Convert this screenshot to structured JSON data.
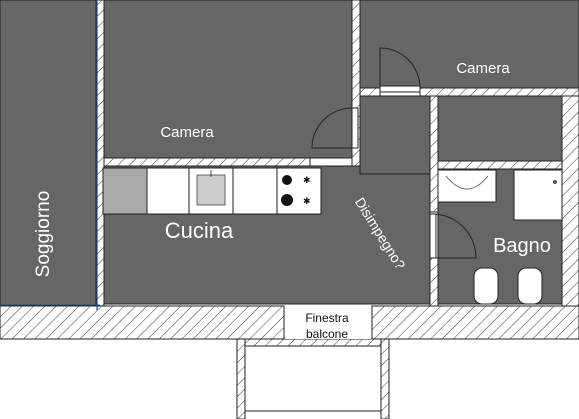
{
  "rooms": {
    "soggiorno": "Soggiorno",
    "camera_1": "Camera",
    "camera_2": "Camera",
    "cucina": "Cucina",
    "disimpegno": "Disimpegno?",
    "bagno": "Bagno"
  },
  "window": {
    "line1": "Finestra",
    "line2": "balcone"
  },
  "colors": {
    "floor": "#666666",
    "wall_line": "#222222",
    "wall_fill": "#ffffff",
    "fixture": "#ffffff",
    "label": "#ffffff",
    "accent_blue": "#1a4f8a"
  }
}
